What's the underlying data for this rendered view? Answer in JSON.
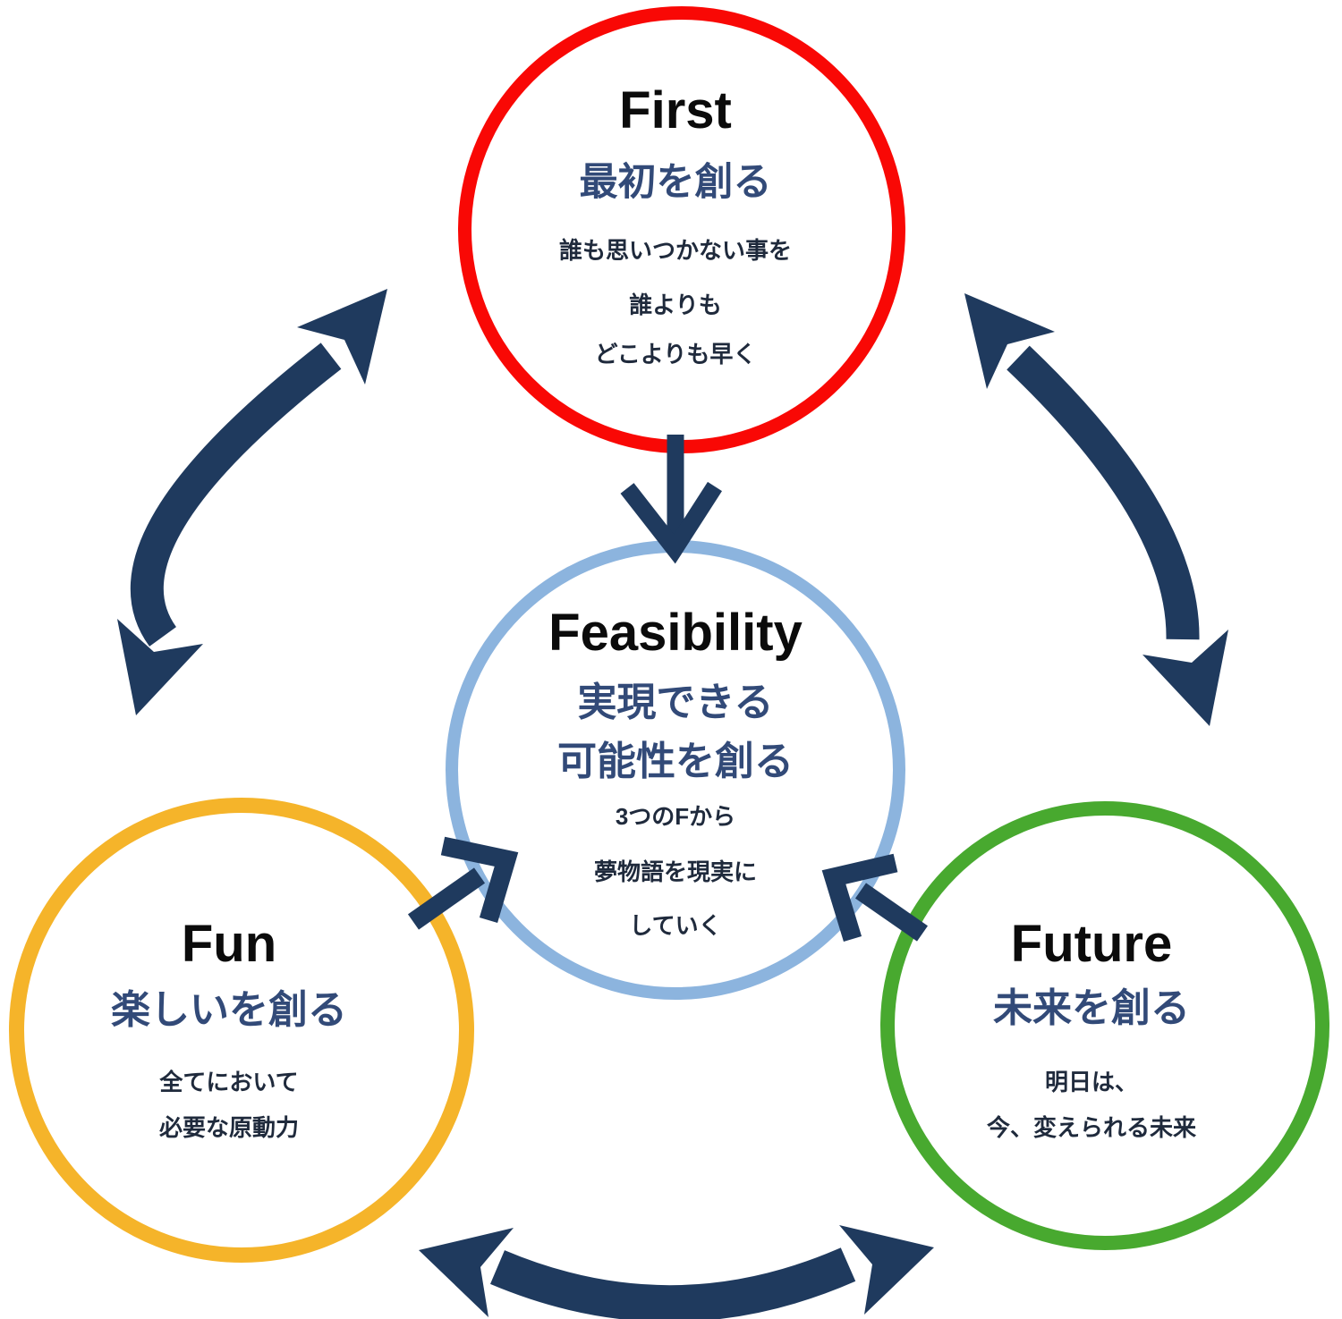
{
  "colors": {
    "background": "#ffffff",
    "arrow": "#1f3a5e",
    "title_text": "#0b0b0b",
    "subtitle_text": "#324a78",
    "body_text": "#1f2a3c"
  },
  "nodes": {
    "first": {
      "title": "First",
      "subtitle_lines": [
        "最初を創る"
      ],
      "body_lines": [
        "誰も思いつかない事を",
        "誰よりも",
        "どこよりも早く"
      ],
      "circle_color": "#f90805"
    },
    "feasibility": {
      "title": "Feasibility",
      "subtitle_lines": [
        "実現できる",
        "可能性を創る"
      ],
      "body_lines": [
        "3つのFから",
        "夢物語を現実に",
        "していく"
      ],
      "circle_color": "#8cb4de"
    },
    "fun": {
      "title": "Fun",
      "subtitle_lines": [
        "楽しいを創る"
      ],
      "body_lines": [
        "全てにおいて",
        "必要な原動力"
      ],
      "circle_color": "#f5b42a"
    },
    "future": {
      "title": "Future",
      "subtitle_lines": [
        "未来を創る"
      ],
      "body_lines": [
        "明日は、",
        "今、変えられる未来"
      ],
      "circle_color": "#48a92f"
    }
  },
  "arrows": [
    {
      "id": "arrow-first-to-feasibility",
      "type": "straight",
      "from": "first",
      "to": "feasibility"
    },
    {
      "id": "arrow-fun-to-feasibility",
      "type": "straight",
      "from": "fun",
      "to": "feasibility"
    },
    {
      "id": "arrow-future-to-feasibility",
      "type": "straight",
      "from": "future",
      "to": "feasibility"
    },
    {
      "id": "arrow-first-fun",
      "type": "curved-double",
      "between": [
        "first",
        "fun"
      ]
    },
    {
      "id": "arrow-first-future",
      "type": "curved-double",
      "between": [
        "first",
        "future"
      ]
    },
    {
      "id": "arrow-fun-future",
      "type": "curved-double",
      "between": [
        "fun",
        "future"
      ]
    }
  ]
}
